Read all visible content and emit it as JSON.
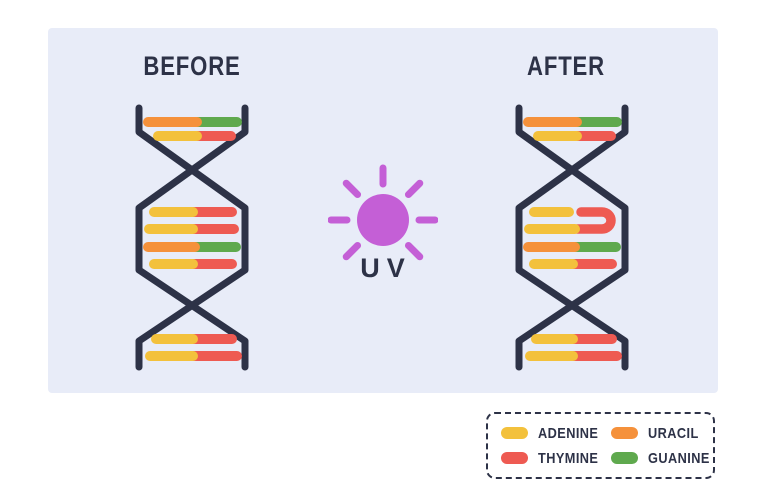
{
  "titles": {
    "before": "BEFORE",
    "after": "AFTER"
  },
  "uv_label": "UV",
  "colors": {
    "adenine": "#f3c13c",
    "thymine": "#ee5a52",
    "uracil": "#f5913b",
    "guanine": "#5fa94e",
    "strand": "#2d3247",
    "sun": "#c45fd6",
    "text": "#2d3247",
    "panel_bg": "#e8ecf8"
  },
  "dna": {
    "before": {
      "top": [
        [
          "uracil",
          "guanine"
        ],
        [
          "adenine",
          "thymine"
        ]
      ],
      "middle": [
        [
          "adenine",
          "thymine"
        ],
        [
          "adenine",
          "thymine"
        ],
        [
          "uracil",
          "guanine"
        ],
        [
          "adenine",
          "thymine"
        ]
      ],
      "bottom": [
        [
          "adenine",
          "thymine"
        ],
        [
          "adenine",
          "thymine"
        ]
      ]
    },
    "after": {
      "top": [
        [
          "uracil",
          "guanine"
        ],
        [
          "adenine",
          "thymine"
        ]
      ],
      "middle": [
        [
          "adenine",
          "dimer"
        ],
        [
          "adenine",
          null
        ],
        [
          "uracil",
          "guanine"
        ],
        [
          "adenine",
          "thymine"
        ]
      ],
      "bottom": [
        [
          "adenine",
          "thymine"
        ],
        [
          "adenine",
          "thymine"
        ]
      ]
    }
  },
  "legend": {
    "items": [
      {
        "name": "adenine",
        "label": "ADENINE"
      },
      {
        "name": "uracil",
        "label": "URACIL"
      },
      {
        "name": "thymine",
        "label": "THYMINE"
      },
      {
        "name": "guanine",
        "label": "GUANINE"
      }
    ]
  }
}
